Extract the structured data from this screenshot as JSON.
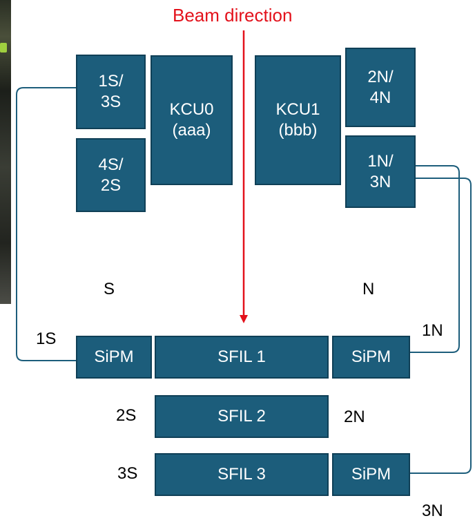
{
  "colors": {
    "box_fill": "#1c5d7b",
    "box_border": "#0f3f56",
    "box_text": "#ffffff",
    "beam": "#e3111b",
    "wire": "#1c5d7b"
  },
  "beam": {
    "title": "Beam direction"
  },
  "south_group": {
    "port_top": "1S/\n3S",
    "port_bottom": "4S/\n2S",
    "kcu": "KCU0\n(aaa)"
  },
  "north_group": {
    "kcu": "KCU1\n(bbb)",
    "port_top": "2N/\n4N",
    "port_bottom": "1N/\n3N"
  },
  "side_labels": {
    "south": "S",
    "north": "N"
  },
  "rows": [
    {
      "left_label": "1S",
      "left_sipm": "SiPM",
      "bar": "SFIL 1",
      "right_sipm": "SiPM",
      "right_label": "1N"
    },
    {
      "left_label": "2S",
      "bar": "SFIL 2",
      "right_label": "2N"
    },
    {
      "left_label": "3S",
      "bar": "SFIL 3",
      "right_sipm": "SiPM",
      "right_label": "3N"
    }
  ]
}
